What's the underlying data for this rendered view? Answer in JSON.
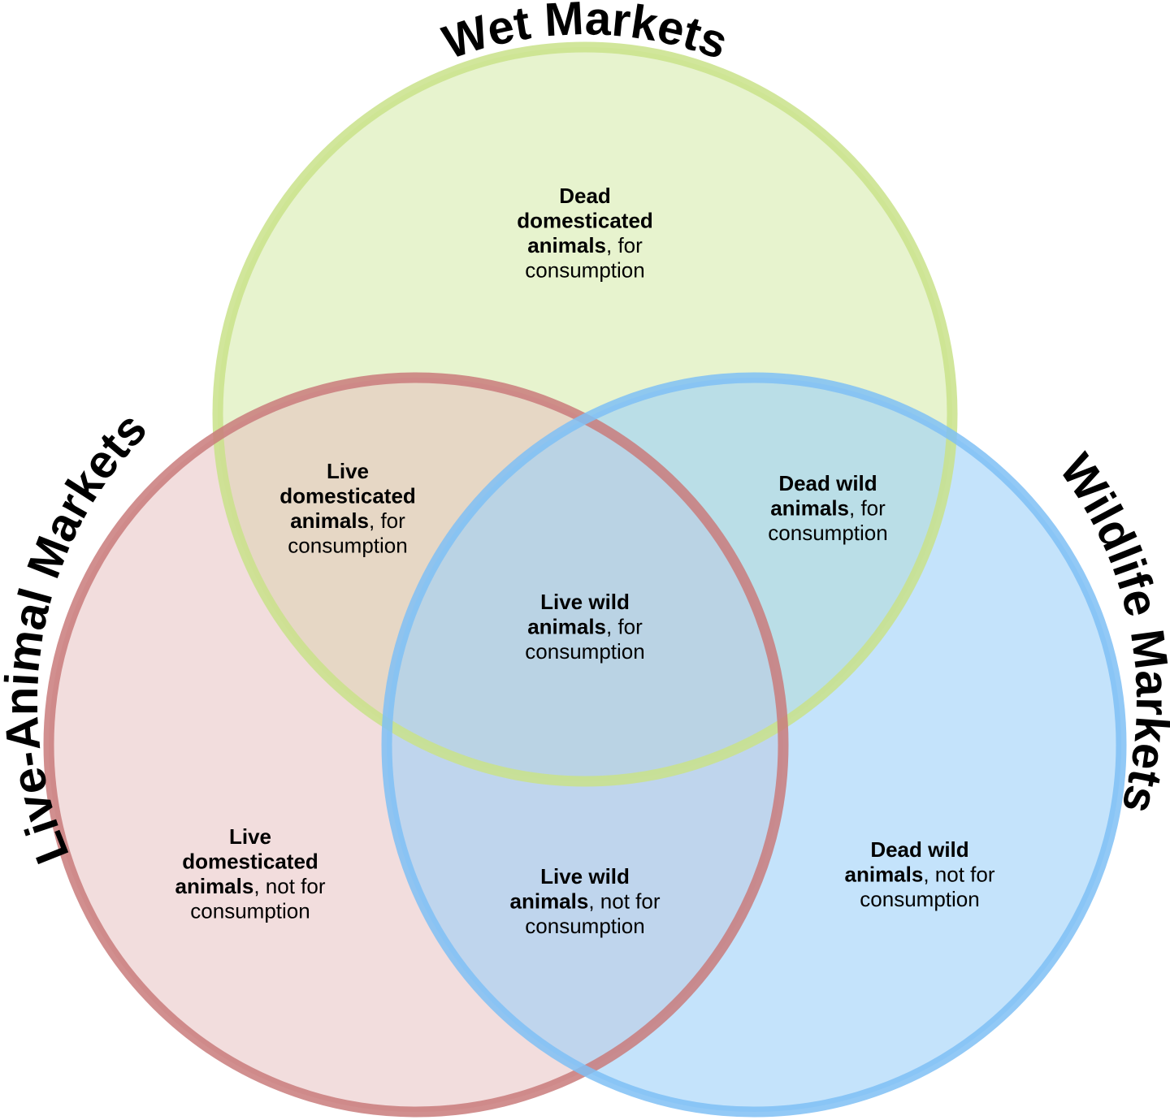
{
  "sets": {
    "wet": {
      "label": "Wet Markets",
      "stroke": "#c9e28a",
      "fill": "#d4e9a6"
    },
    "live": {
      "label": "Live-Animal Markets",
      "stroke": "#c97b7b",
      "fill": "#e6bcbc"
    },
    "wildlife": {
      "label": "Wildlife Markets",
      "stroke": "#7fc0f4",
      "fill": "#9dd1f9"
    }
  },
  "regions": {
    "wet_only": [
      {
        "parts": [
          {
            "text": "Dead",
            "bold": true
          }
        ]
      },
      {
        "parts": [
          {
            "text": "domesticated",
            "bold": true
          }
        ]
      },
      {
        "parts": [
          {
            "text": "animals",
            "bold": true
          },
          {
            "text": ", for",
            "bold": false
          }
        ]
      },
      {
        "parts": [
          {
            "text": "consumption",
            "bold": false
          }
        ]
      }
    ],
    "wet_live": [
      {
        "parts": [
          {
            "text": "Live",
            "bold": true
          }
        ]
      },
      {
        "parts": [
          {
            "text": "domesticated",
            "bold": true
          }
        ]
      },
      {
        "parts": [
          {
            "text": "animals",
            "bold": true
          },
          {
            "text": ", for",
            "bold": false
          }
        ]
      },
      {
        "parts": [
          {
            "text": "consumption",
            "bold": false
          }
        ]
      }
    ],
    "wet_wildlife": [
      {
        "parts": [
          {
            "text": "Dead wild",
            "bold": true
          }
        ]
      },
      {
        "parts": [
          {
            "text": "animals",
            "bold": true
          },
          {
            "text": ", for",
            "bold": false
          }
        ]
      },
      {
        "parts": [
          {
            "text": "consumption",
            "bold": false
          }
        ]
      }
    ],
    "all_three": [
      {
        "parts": [
          {
            "text": "Live wild",
            "bold": true
          }
        ]
      },
      {
        "parts": [
          {
            "text": "animals",
            "bold": true
          },
          {
            "text": ", for",
            "bold": false
          }
        ]
      },
      {
        "parts": [
          {
            "text": "consumption",
            "bold": false
          }
        ]
      }
    ],
    "live_only": [
      {
        "parts": [
          {
            "text": "Live",
            "bold": true
          }
        ]
      },
      {
        "parts": [
          {
            "text": "domesticated",
            "bold": true
          }
        ]
      },
      {
        "parts": [
          {
            "text": "animals",
            "bold": true
          },
          {
            "text": ", not for",
            "bold": false
          }
        ]
      },
      {
        "parts": [
          {
            "text": "consumption",
            "bold": false
          }
        ]
      }
    ],
    "live_wildlife": [
      {
        "parts": [
          {
            "text": "Live wild",
            "bold": true
          }
        ]
      },
      {
        "parts": [
          {
            "text": "animals",
            "bold": true
          },
          {
            "text": ", not for",
            "bold": false
          }
        ]
      },
      {
        "parts": [
          {
            "text": "consumption",
            "bold": false
          }
        ]
      }
    ],
    "wildlife_only": [
      {
        "parts": [
          {
            "text": "Dead wild",
            "bold": true
          }
        ]
      },
      {
        "parts": [
          {
            "text": "animals",
            "bold": true
          },
          {
            "text": ", not for",
            "bold": false
          }
        ]
      },
      {
        "parts": [
          {
            "text": "consumption",
            "bold": false
          }
        ]
      }
    ]
  }
}
